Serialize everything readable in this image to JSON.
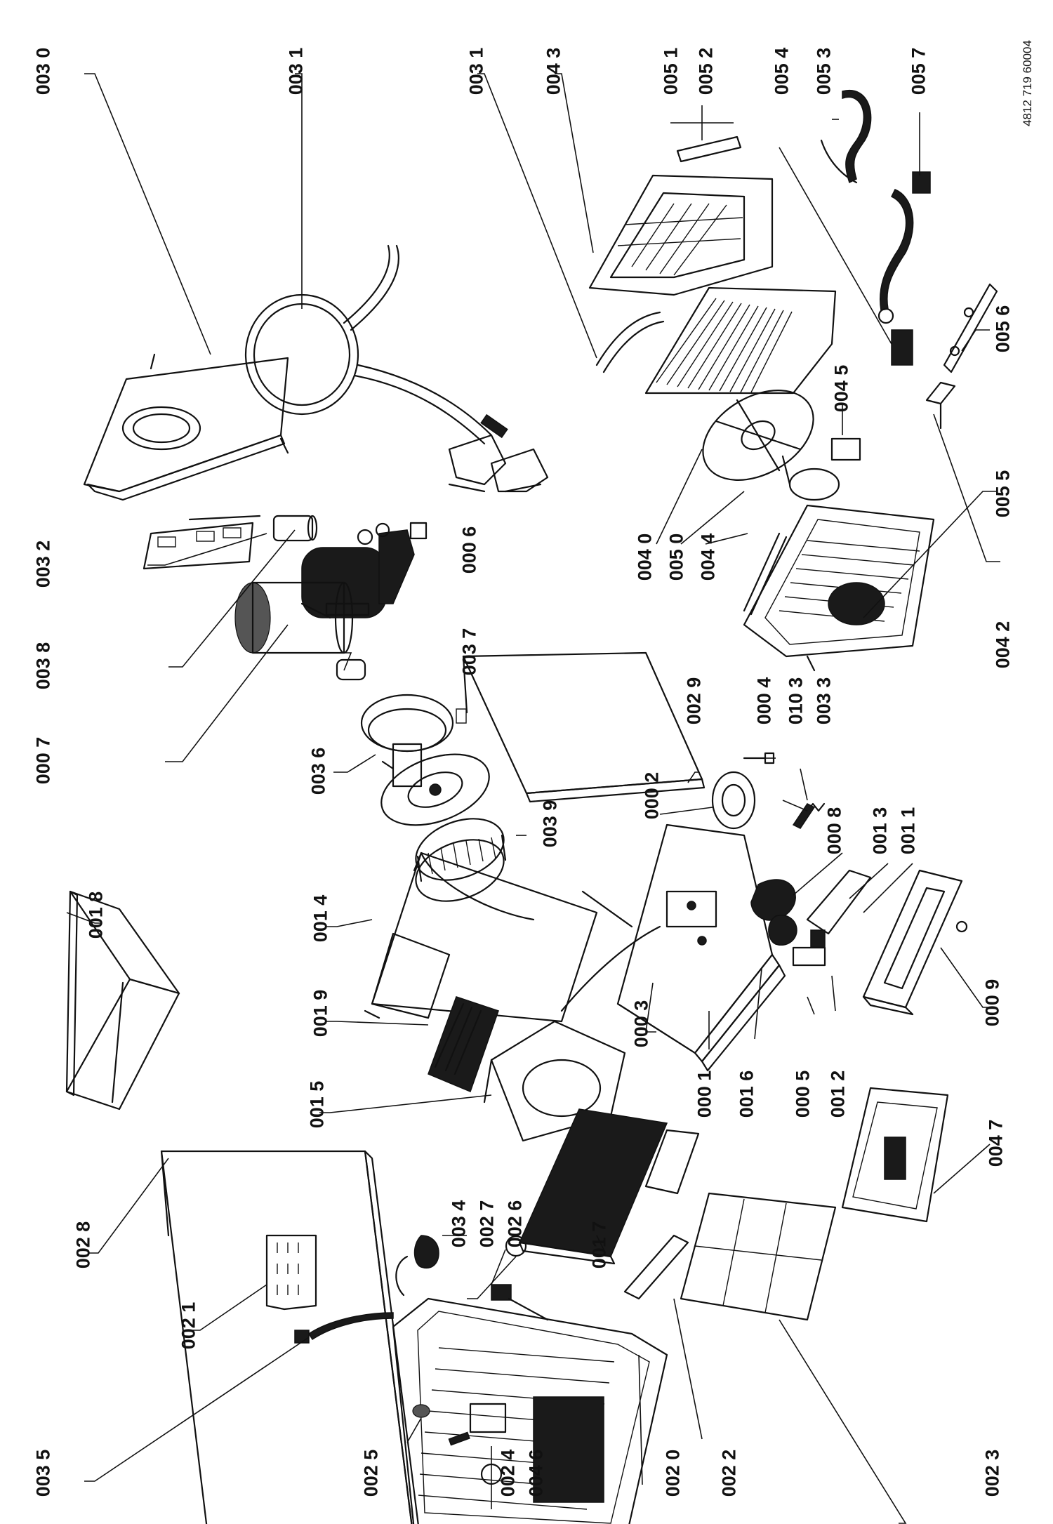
{
  "document": {
    "id": "4812 719 60004"
  },
  "part_labels": [
    "003 0",
    "003 1",
    "003 1",
    "004 3",
    "005 1",
    "005 2",
    "005 4",
    "005 3",
    "005 7",
    "003 2",
    "000 6",
    "003 8",
    "000 7",
    "003 7",
    "003 6",
    "004 5",
    "004 0",
    "005 0",
    "004 4",
    "005 5",
    "005 6",
    "004 2",
    "002 9",
    "000 4",
    "010 3",
    "003 3",
    "000 2",
    "003 9",
    "000 8",
    "001 3",
    "001 1",
    "001 8",
    "001 4",
    "001 9",
    "000 3",
    "000 9",
    "001 5",
    "000 1",
    "001 6",
    "000 5",
    "001 2",
    "004 7",
    "002 8",
    "003 4",
    "002 7",
    "002 6",
    "001 7",
    "002 1",
    "003 5",
    "002 5",
    "002 4",
    "004 6",
    "002 0",
    "002 2",
    "002 3"
  ]
}
